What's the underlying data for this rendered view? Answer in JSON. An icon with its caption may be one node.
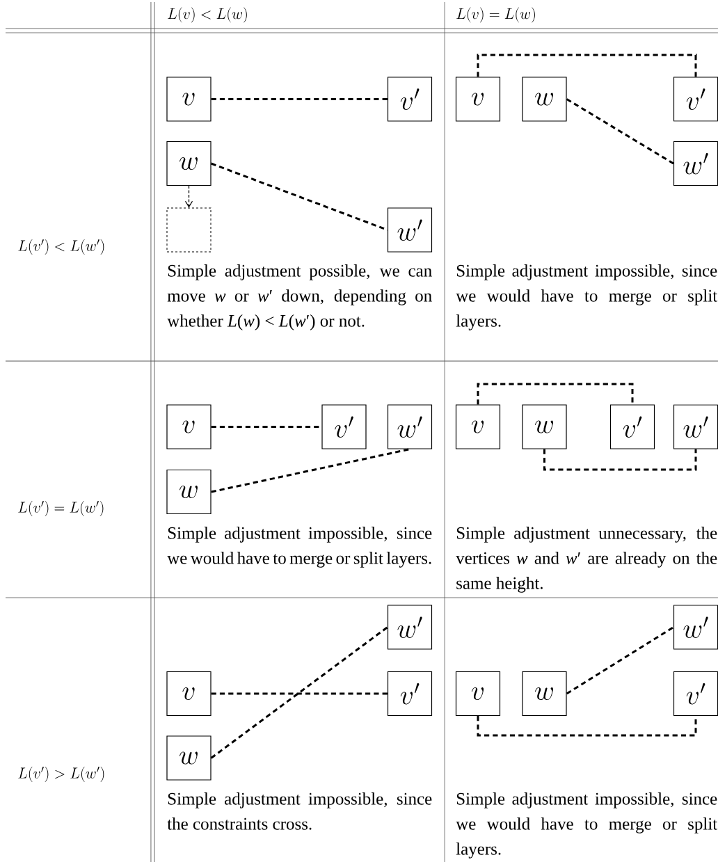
{
  "diagram": {
    "nodes": [
      {
        "text": [
          "v"
        ]
      },
      {
        "text": [
          "v'"
        ]
      },
      {
        "text": [
          "w"
        ]
      },
      {
        "text": [],
        "shape": "box"
      },
      {
        "text": [
          "w'"
        ]
      },
      {
        "text": [
          "v"
        ]
      },
      {
        "text": [
          "w"
        ]
      },
      {
        "text": [
          "v'"
        ]
      },
      {
        "text": [
          "w'"
        ]
      },
      {
        "text": [
          "v"
        ]
      },
      {
        "text": [
          "v'"
        ]
      },
      {
        "text": [
          "w'"
        ]
      },
      {
        "text": [
          "w"
        ]
      },
      {
        "text": [
          "v"
        ]
      },
      {
        "text": [
          "w"
        ]
      },
      {
        "text": [
          "v'"
        ]
      },
      {
        "text": [
          "w'"
        ]
      },
      {
        "text": [
          "w'"
        ]
      },
      {
        "text": [
          "v"
        ]
      },
      {
        "text": [
          "v'"
        ]
      },
      {
        "text": [
          "w"
        ]
      },
      {
        "text": [
          "w'"
        ]
      },
      {
        "text": [
          "v"
        ]
      },
      {
        "text": [
          "w"
        ]
      },
      {
        "text": [
          "v'"
        ]
      }
    ],
    "edges": [
      {
        "from": 0,
        "to": 1,
        "arrow": "none",
        "style": "dashed"
      },
      {
        "from": 2,
        "to": 4,
        "arrow": "none",
        "style": "dashed"
      },
      {
        "from": 2,
        "to": 3,
        "arrow": "to",
        "style": "dashed"
      },
      {
        "from": 5,
        "to": 7,
        "arrow": "none",
        "style": "dashed"
      },
      {
        "from": 6,
        "to": 8,
        "arrow": "none",
        "style": "dashed"
      },
      {
        "from": 9,
        "to": 10,
        "arrow": "none",
        "style": "dashed"
      },
      {
        "from": 12,
        "to": 11,
        "arrow": "none",
        "style": "dashed"
      },
      {
        "from": 13,
        "to": 15,
        "arrow": "none",
        "style": "dashed"
      },
      {
        "from": 14,
        "to": 16,
        "arrow": "none",
        "style": "dashed"
      },
      {
        "from": 18,
        "to": 19,
        "arrow": "none",
        "style": "dashed"
      },
      {
        "from": 20,
        "to": 17,
        "arrow": "none",
        "style": "dashed"
      },
      {
        "from": 23,
        "to": 21,
        "arrow": "none",
        "style": "dashed"
      },
      {
        "from": 22,
        "to": 24,
        "arrow": "none",
        "style": "dashed"
      }
    ],
    "labels": [
      "L(v) < L(w)",
      "L(v) = L(w)",
      "L(v') < L(w')",
      "Simple adjustment possible, we can move *w* or *w*′ down, depending on whether *L*(*w*) < *L*(*w*′) or not.",
      "Simple adjustment impossible, since we would have to merge or split layers.",
      "L(v') = L(w')",
      "Simple adjustment impossible, since we would have to merge or split layers.",
      "Simple adjustment unnecessary, the vertices *w* and *w*′ are already on the same height.",
      "L(v') > L(w')",
      "Simple adjustment impossible, since the constraints cross.",
      "Simple adjustment impossible, since we would have to merge or split layers."
    ]
  }
}
